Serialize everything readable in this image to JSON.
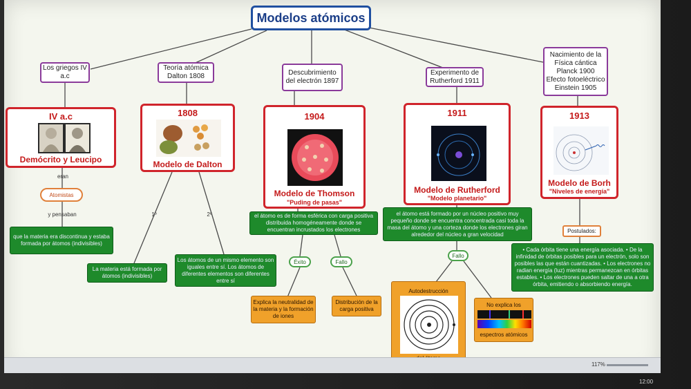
{
  "title": "Modelos atómicos",
  "branches": {
    "griegos": "Los griegos IV a.c",
    "dalton": "Teoría atómica Dalton 1808",
    "electron": "Descubrimiento del electrón 1897",
    "rutherford": "Experimento de Rutherford 1911",
    "borh": "Nacimiento de la Física cántica Planck 1900 Efecto fotoeléctrico Einstein 1905"
  },
  "models": {
    "m1": {
      "year": "IV a.c",
      "name": "Demócrito y Leucipo"
    },
    "m2": {
      "year": "1808",
      "name": "Modelo de Dalton"
    },
    "m3": {
      "year": "1904",
      "name": "Modelo de Thomson",
      "sub": "\"Puding de pasas\""
    },
    "m4": {
      "year": "1911",
      "name": "Modelo de Rutherford",
      "sub": "\"Modelo planetario\""
    },
    "m5": {
      "year": "1913",
      "name": "Modelo de Borh",
      "sub": "\"Niveles de energía\""
    }
  },
  "links": {
    "eran": "eran",
    "y_pensaban": "y pensaban",
    "primero": "1º",
    "segundo": "2º"
  },
  "nodes": {
    "atomistas": "Atomistas",
    "materia_discontinua": "que la materia era discontinua y estaba formada por átomos (indivisibles)",
    "materia_formada": "La materia está formada por átomos (indivisibles)",
    "atomos_iguales": "Los átomos de un mismo elemento son iguales entre sí. Los átomos de diferentes elementos son diferentes entre sí",
    "thomson_desc": "el átomo es de forma esférica con carga positiva distribuida homogéneamente donde se encuentran incrustados los electrones",
    "exito": "Éxito",
    "fallo_t": "Fallo",
    "explica_neutralidad": "Explica la neutralidad de la materia y la formación de iones",
    "distribucion": "Distribución de la carga positiva",
    "rutherford_desc": "el átomo está formado por un núcleo positivo muy pequeño donde se encuentra concentrada casi toda la masa del átomo y una corteza donde los electrones giran alrededor del núcleo a gran velocidad",
    "fallo_r": "Fallo",
    "autodestruccion": "Autodestrucción",
    "del_atomo": "del átomo",
    "no_explica": "No explica los",
    "espectros": "espectros atómicos",
    "postulados": "Postulados:",
    "borh_post": "• Cada órbita tiene una energía asociada. • De la infinidad de órbitas posibles para un electrón, solo son posibles las que están cuantizadas. • Los electrones no radian energía (luz) mientras permanezcan en órbitas estables. • Los electrones pueden saltar de una a otra órbita, emitiendo o absorbiendo energía."
  },
  "colors": {
    "title_border": "#1f4fa0",
    "branch_border": "#8a3a9a",
    "model_border": "#d0242b",
    "green_node": "#1e8a2b",
    "orange_node": "#f0a12a"
  },
  "statusbar": {
    "zoom": "117%",
    "clock": "12:00"
  }
}
